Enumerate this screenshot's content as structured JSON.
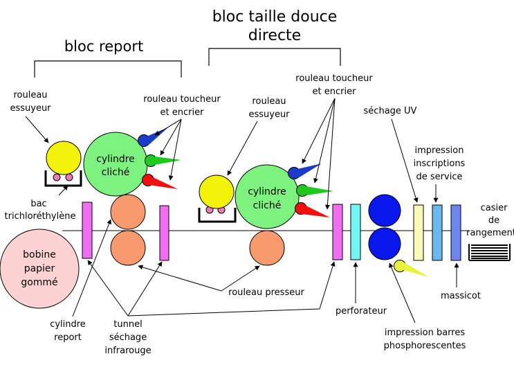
{
  "titles": {
    "bloc_report": "bloc report",
    "bloc_taille_douce": [
      "bloc taille douce",
      "directe"
    ]
  },
  "labels": {
    "rouleau_essuyeur_1": [
      "rouleau",
      "essuyeur"
    ],
    "rouleau_essuyeur_2": [
      "rouleau",
      "essuyeur"
    ],
    "rouleau_toucheur_1": [
      "rouleau toucheur",
      "et encrier"
    ],
    "rouleau_toucheur_2": [
      "rouleau toucheur",
      "et encrier"
    ],
    "sechage_uv": "séchage UV",
    "impression_inscriptions": [
      "impression",
      "inscriptions",
      "de service"
    ],
    "casier": [
      "casier",
      "de",
      "rangement"
    ],
    "bac": [
      "bac",
      "trichloréthylène"
    ],
    "bobine": [
      "bobine",
      "papier",
      "gommé"
    ],
    "cylindre_cliche_1": [
      "cylindre",
      "cliché"
    ],
    "cylindre_cliche_2": [
      "cylindre",
      "cliché"
    ],
    "rouleau_presseur": "rouleau presseur",
    "perforateur": "perforateur",
    "massicot": "massicot",
    "cylindre_report": [
      "cylindre",
      "report"
    ],
    "tunnel": [
      "tunnel",
      "séchage",
      "infrarouge"
    ],
    "impression_barres": [
      "impression barres",
      "phosphorescentes"
    ]
  },
  "colors": {
    "essuyeur": "#f2f20a",
    "cliche": "#7ef27e",
    "report": "#f79a6d",
    "bobine": "#fcd2d2",
    "magenta_bar": "#f06ef0",
    "cyan_bar": "#74f4f4",
    "yellow_bar": "#fafab8",
    "blue_bar": "#6ab8ec",
    "massicot_bar": "#6f86ee",
    "blue_roller": "#0a18ee",
    "ink_blue": "#1a3cc8",
    "ink_green": "#1fc81f",
    "ink_red": "#f01010",
    "ink_yellow": "#e8f23a",
    "bac_ball": "#f07ab4"
  }
}
